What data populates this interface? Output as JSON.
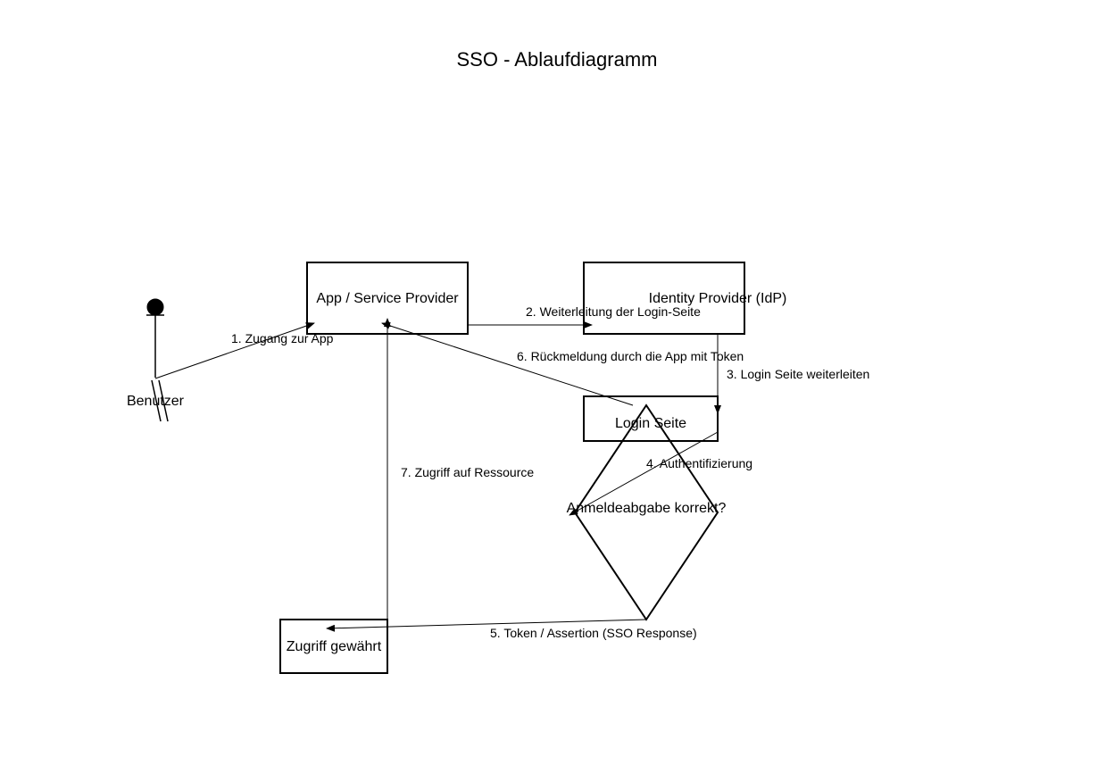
{
  "title": "SSO - Ablaufdiagramm",
  "actor": {
    "label": "Benutzer"
  },
  "nodes": {
    "app": "App / Service Provider",
    "idp": "Identity Provider (IdP)",
    "login_page": "Login Seite",
    "decision": "Anmeldeabgabe korrekt?",
    "access": "Zugriff gewährt"
  },
  "edges": {
    "e1": "1. Zugang zur App",
    "e2": "2. Weiterleitung der Login-Seite",
    "e3": "3. Login Seite weiterleiten",
    "e4": "4. Authentifizierung",
    "e5": "5. Token / Assertion (SSO Response)",
    "e6": "6. Rückmeldung durch die App mit Token",
    "e7": "7. Zugriff auf Ressource"
  }
}
